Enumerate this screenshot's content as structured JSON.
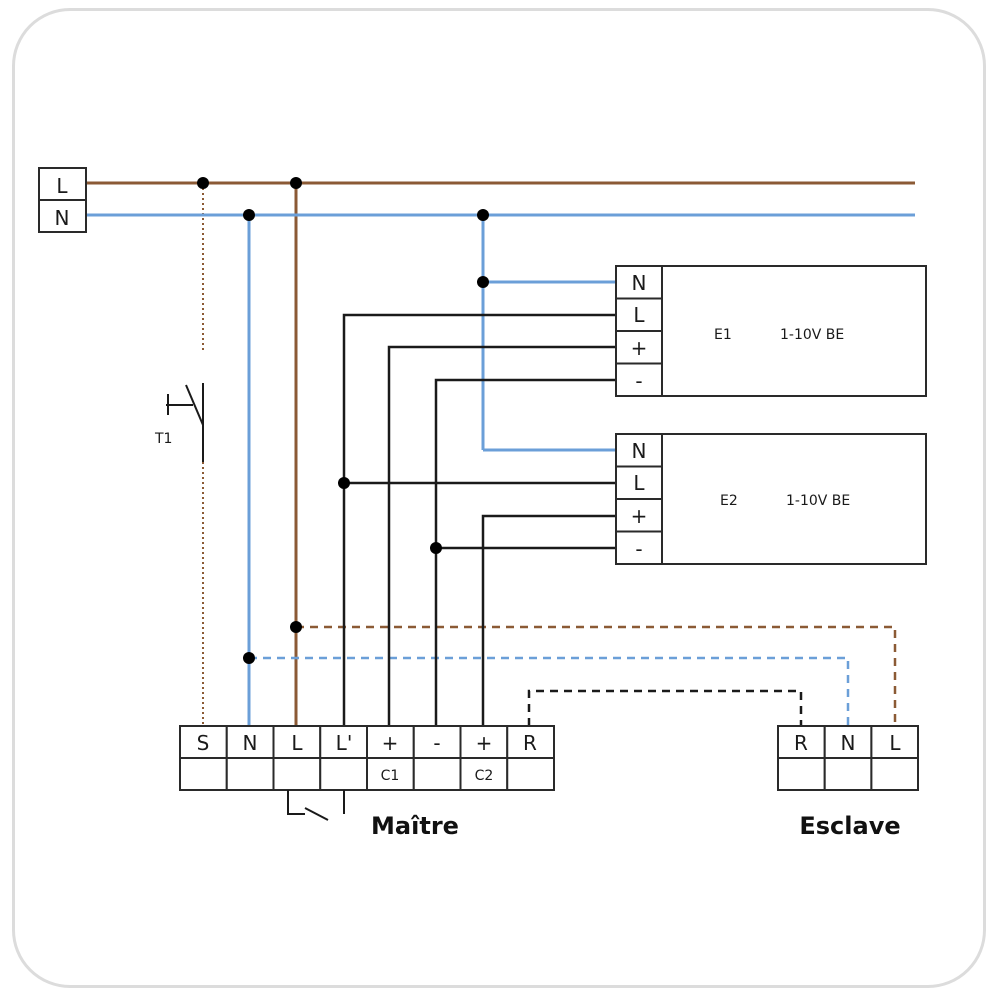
{
  "supply": {
    "l_label": "L",
    "n_label": "N"
  },
  "switch": {
    "label": "T1"
  },
  "drivers": [
    {
      "name": "E1",
      "type": "1-10V BE",
      "terminals": [
        "N",
        "L",
        "+",
        "-"
      ]
    },
    {
      "name": "E2",
      "type": "1-10V BE",
      "terminals": [
        "N",
        "L",
        "+",
        "-"
      ]
    }
  ],
  "master": {
    "title": "Maître",
    "terminals": [
      "S",
      "N",
      "L",
      "L'",
      "+",
      "-",
      "+",
      "R"
    ],
    "sublabels": [
      "",
      "",
      "",
      "",
      "C1",
      "",
      "C2",
      ""
    ]
  },
  "slave": {
    "title": "Esclave",
    "terminals": [
      "R",
      "N",
      "L"
    ]
  },
  "colors": {
    "phase": "#8b5a35",
    "neutral": "#6b9fd8",
    "control": "#1a1a1a",
    "node": "#000000"
  }
}
